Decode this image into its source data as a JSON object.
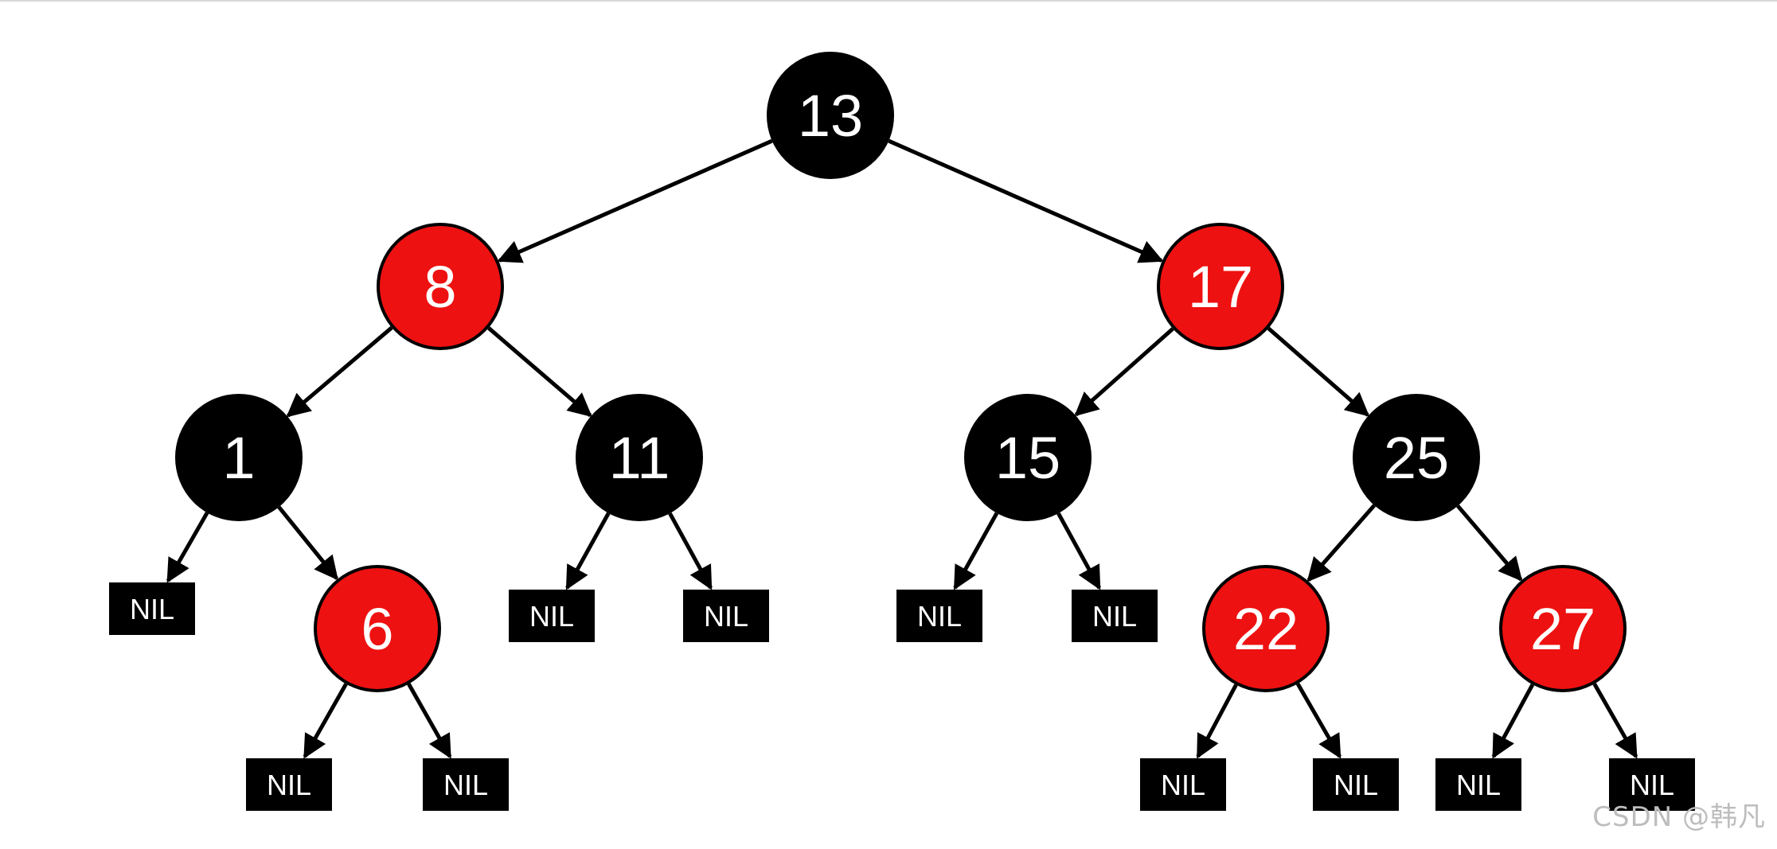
{
  "tree": {
    "nodes": [
      {
        "id": "n13",
        "label": "13",
        "color": "black"
      },
      {
        "id": "n8",
        "label": "8",
        "color": "red"
      },
      {
        "id": "n17",
        "label": "17",
        "color": "red"
      },
      {
        "id": "n1",
        "label": "1",
        "color": "black"
      },
      {
        "id": "n11",
        "label": "11",
        "color": "black"
      },
      {
        "id": "n15",
        "label": "15",
        "color": "black"
      },
      {
        "id": "n25",
        "label": "25",
        "color": "black"
      },
      {
        "id": "n6",
        "label": "6",
        "color": "red"
      },
      {
        "id": "n22",
        "label": "22",
        "color": "red"
      },
      {
        "id": "n27",
        "label": "27",
        "color": "red"
      }
    ],
    "nil_label": "NIL",
    "nils": [
      {
        "id": "nil1L",
        "parent": "n1"
      },
      {
        "id": "nil11L",
        "parent": "n11"
      },
      {
        "id": "nil11R",
        "parent": "n11"
      },
      {
        "id": "nil15L",
        "parent": "n15"
      },
      {
        "id": "nil15R",
        "parent": "n15"
      },
      {
        "id": "nil6L",
        "parent": "n6"
      },
      {
        "id": "nil6R",
        "parent": "n6"
      },
      {
        "id": "nil22L",
        "parent": "n22"
      },
      {
        "id": "nil22R",
        "parent": "n22"
      },
      {
        "id": "nil27L",
        "parent": "n27"
      },
      {
        "id": "nil27R",
        "parent": "n27"
      }
    ],
    "edges": [
      [
        "n13",
        "n8"
      ],
      [
        "n13",
        "n17"
      ],
      [
        "n8",
        "n1"
      ],
      [
        "n8",
        "n11"
      ],
      [
        "n17",
        "n15"
      ],
      [
        "n17",
        "n25"
      ],
      [
        "n1",
        "nil1L"
      ],
      [
        "n1",
        "n6"
      ],
      [
        "n11",
        "nil11L"
      ],
      [
        "n11",
        "nil11R"
      ],
      [
        "n15",
        "nil15L"
      ],
      [
        "n15",
        "nil15R"
      ],
      [
        "n25",
        "n22"
      ],
      [
        "n25",
        "n27"
      ],
      [
        "n6",
        "nil6L"
      ],
      [
        "n6",
        "nil6R"
      ],
      [
        "n22",
        "nil22L"
      ],
      [
        "n22",
        "nil22R"
      ],
      [
        "n27",
        "nil27L"
      ],
      [
        "n27",
        "nil27R"
      ]
    ]
  },
  "colors": {
    "black_node": "#000000",
    "red_node": "#ee1111",
    "node_text": "#ffffff",
    "edge": "#000000",
    "nil_box": "#000000",
    "watermark": "#bdbdbd"
  },
  "watermark": "CSDN @韩凡"
}
